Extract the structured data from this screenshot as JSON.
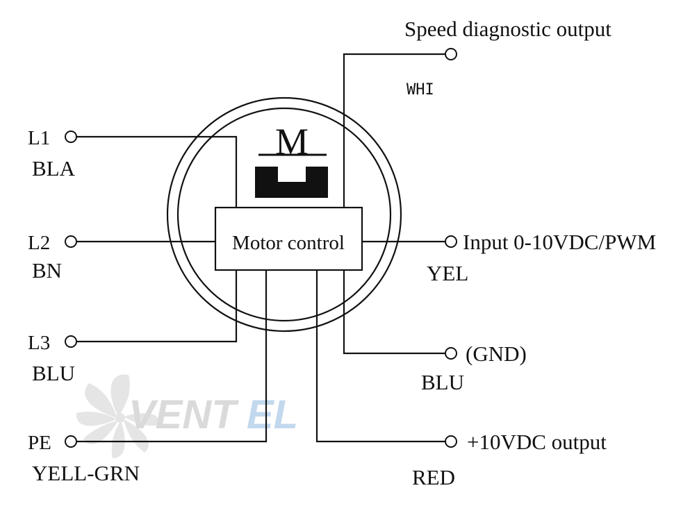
{
  "motor": {
    "symbol": "M",
    "controller_label": "Motor control"
  },
  "terminals": {
    "l1": {
      "code": "L1",
      "color": "BLA"
    },
    "l2": {
      "code": "L2",
      "color": "BN"
    },
    "l3": {
      "code": "L3",
      "color": "BLU"
    },
    "pe": {
      "code": "PE",
      "color": "YELL-GRN"
    },
    "speed": {
      "signal": "Speed diagnostic output",
      "color": "WHI"
    },
    "input": {
      "signal": "Input 0-10VDC/PWM",
      "color": "YEL"
    },
    "gnd": {
      "signal": "(GND)",
      "color": "BLU"
    },
    "supply": {
      "signal": "+10VDC output",
      "color": "RED"
    }
  },
  "watermark": {
    "part1": "VENT",
    "part2": "EL",
    "color_gray": "#d7d7d7",
    "color_blue": "#bcd4ec"
  }
}
